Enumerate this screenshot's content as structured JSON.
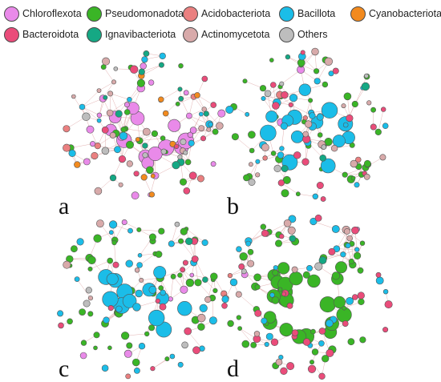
{
  "legend": [
    {
      "label": "Chloroflexota",
      "color": "#e98ae9"
    },
    {
      "label": "Pseudomonadota",
      "color": "#3ab526"
    },
    {
      "label": "Acidobacteriota",
      "color": "#ea8080"
    },
    {
      "label": "Bacillota",
      "color": "#1bbde8"
    },
    {
      "label": "Cyanobacteriota",
      "color": "#f28a1e"
    },
    {
      "label": "Bacteroidota",
      "color": "#ea4c7a"
    },
    {
      "label": "Ignavibacteriota",
      "color": "#15a884"
    },
    {
      "label": "Actinomycetota",
      "color": "#d8aaaa"
    },
    {
      "label": "Others",
      "color": "#bdbdbd"
    }
  ],
  "panels": [
    {
      "label": "a",
      "composition": {
        "Chloroflexota": 32,
        "Pseudomonadota": 20,
        "Acidobacteriota": 6,
        "Bacillota": 12,
        "Cyanobacteriota": 10,
        "Bacteroidota": 10,
        "Ignavibacteriota": 12,
        "Actinomycetota": 16,
        "Others": 8
      }
    },
    {
      "label": "b",
      "composition": {
        "Chloroflexota": 2,
        "Pseudomonadota": 46,
        "Acidobacteriota": 4,
        "Bacillota": 36,
        "Cyanobacteriota": 0,
        "Bacteroidota": 16,
        "Ignavibacteriota": 4,
        "Actinomycetota": 14,
        "Others": 6
      }
    },
    {
      "label": "c",
      "composition": {
        "Chloroflexota": 6,
        "Pseudomonadota": 52,
        "Acidobacteriota": 2,
        "Bacillota": 40,
        "Cyanobacteriota": 0,
        "Bacteroidota": 12,
        "Ignavibacteriota": 2,
        "Actinomycetota": 8,
        "Others": 4
      }
    },
    {
      "label": "d",
      "composition": {
        "Chloroflexota": 2,
        "Pseudomonadota": 62,
        "Acidobacteriota": 2,
        "Bacillota": 26,
        "Cyanobacteriota": 0,
        "Bacteroidota": 28,
        "Ignavibacteriota": 2,
        "Actinomycetota": 10,
        "Others": 2
      }
    }
  ]
}
